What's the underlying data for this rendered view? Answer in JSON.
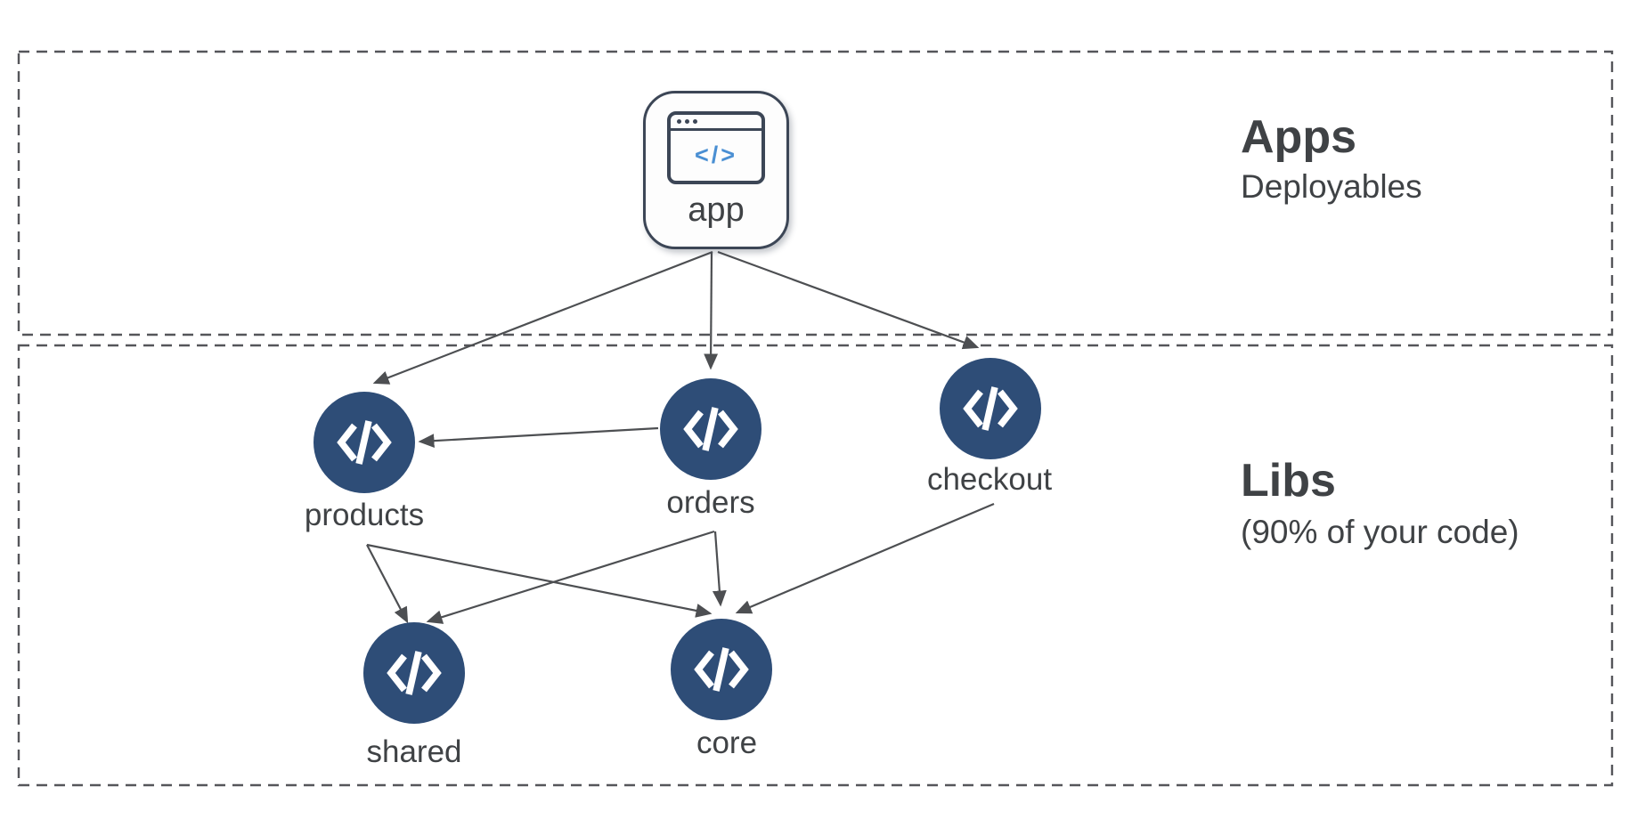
{
  "diagram": {
    "sections": [
      {
        "id": "apps",
        "title": "Apps",
        "subtitle": "Deployables"
      },
      {
        "id": "libs",
        "title": "Libs",
        "subtitle": "(90% of your code)"
      }
    ],
    "nodes": {
      "app": {
        "label": "app"
      },
      "products": {
        "label": "products"
      },
      "orders": {
        "label": "orders"
      },
      "checkout": {
        "label": "checkout"
      },
      "shared": {
        "label": "shared"
      },
      "core": {
        "label": "core"
      }
    },
    "edges": [
      {
        "from": "app",
        "to": "products"
      },
      {
        "from": "app",
        "to": "orders"
      },
      {
        "from": "app",
        "to": "checkout"
      },
      {
        "from": "orders",
        "to": "products"
      },
      {
        "from": "products",
        "to": "shared"
      },
      {
        "from": "products",
        "to": "core"
      },
      {
        "from": "orders",
        "to": "shared"
      },
      {
        "from": "orders",
        "to": "core"
      },
      {
        "from": "checkout",
        "to": "core"
      }
    ],
    "app_icon_glyph": "</>",
    "colors": {
      "lib_node_fill": "#2e4d77",
      "edge": "#4d4f52",
      "boundary": "#55565a",
      "text": "#3f4245",
      "app_code_blue": "#4a8fd3",
      "app_card_border": "#3c4656",
      "background": "#ffffff"
    }
  }
}
